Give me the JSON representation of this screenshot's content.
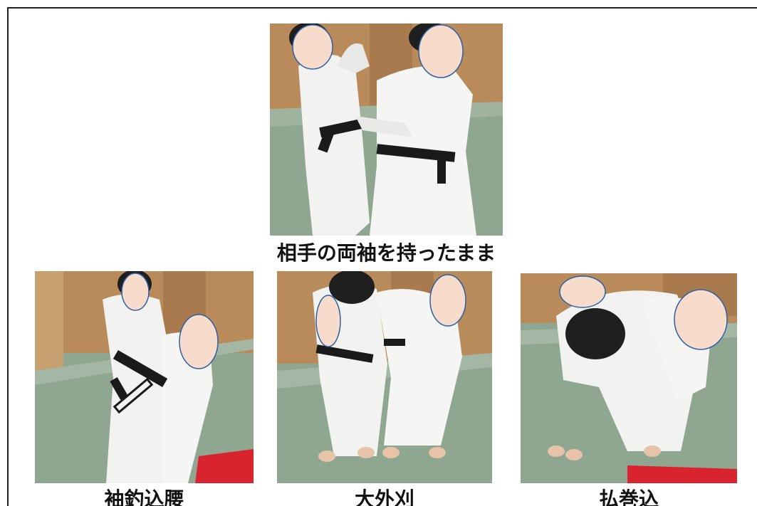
{
  "captions": {
    "top": "相手の両袖を持ったまま",
    "left": "袖釣込腰",
    "middle": "大外刈",
    "right": "払巻込"
  },
  "colors": {
    "mat_green": "#8fa690",
    "mat_red": "#d9242f",
    "wall_wood": "#b98a5a",
    "gi_white": "#f2f2f0",
    "belt_black": "#1a1a1a",
    "face_mask": "#f8dccb"
  },
  "icons": [
    "face-mask-icon"
  ]
}
